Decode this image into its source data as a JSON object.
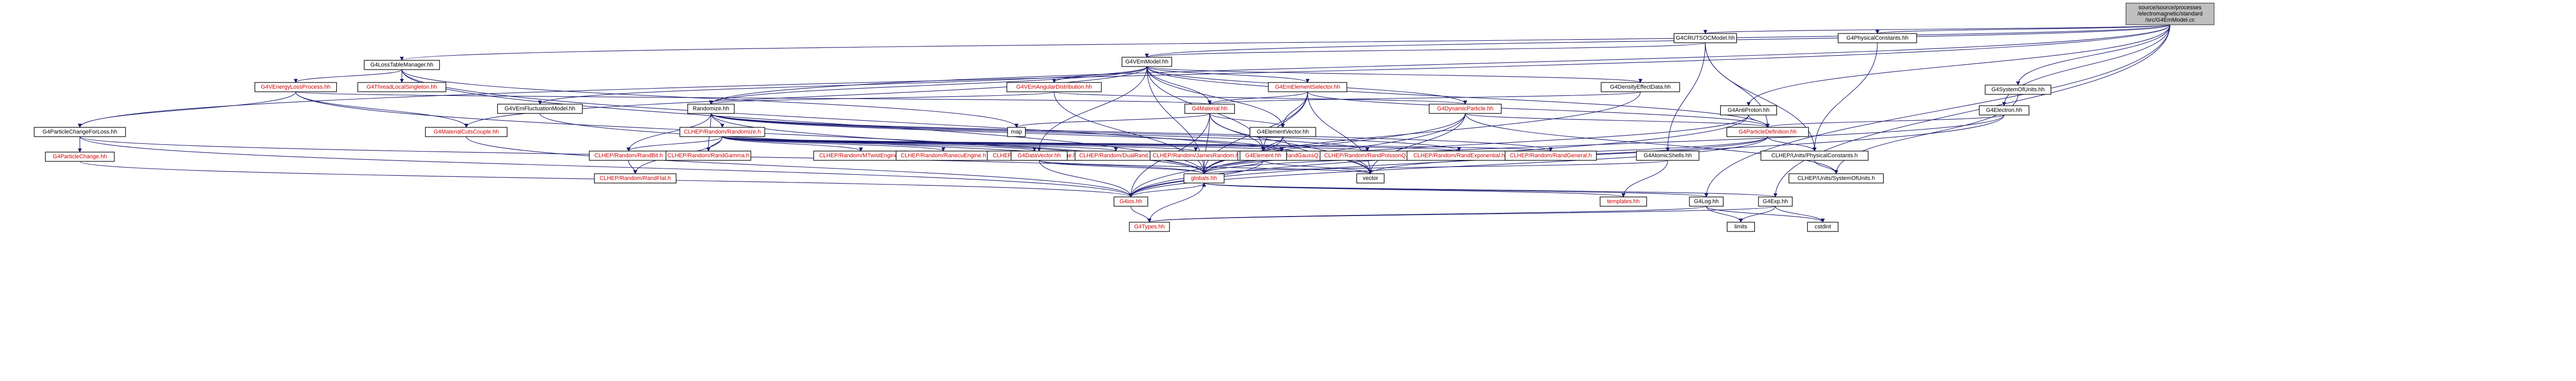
{
  "colors": {
    "background": "#ffffff",
    "node_border": "#000000",
    "root_fill": "#bfbfbf",
    "edge": "#191970",
    "linked_text": "#000000",
    "missing_text": "#d00000"
  },
  "graph": {
    "nodes": [
      {
        "id": "root",
        "lines": [
          "source/source/processes",
          "/electromagnetic/standard",
          "/src/G4EmModel.cc"
        ],
        "root": true,
        "color": "black"
      },
      {
        "id": "G4EmModel",
        "lines": [
          "G4VEmModel.hh"
        ],
        "color": "black"
      },
      {
        "id": "G4LossTableManager",
        "lines": [
          "G4LossTableManager.hh"
        ],
        "color": "black"
      },
      {
        "id": "G4CRUTSOCModel",
        "lines": [
          "G4CRUTSOCModel.hh"
        ],
        "color": "black"
      },
      {
        "id": "G4PhysicalConstants",
        "lines": [
          "G4PhysicalConstants.hh"
        ],
        "color": "black"
      },
      {
        "id": "G4SystemOfUnits",
        "lines": [
          "G4SystemOfUnits.hh"
        ],
        "color": "black"
      },
      {
        "id": "G4ParticleChangeForLoss",
        "lines": [
          "G4ParticleChangeForLoss.hh"
        ],
        "color": "black"
      },
      {
        "id": "G4VEnergyLossProcess",
        "lines": [
          "G4VEnergyLossProcess.hh"
        ],
        "color": "red"
      },
      {
        "id": "G4ThreadLocalSingleton",
        "lines": [
          "G4ThreadLocalSingleton.hh"
        ],
        "color": "red"
      },
      {
        "id": "G4DensityEffectData",
        "lines": [
          "G4DensityEffectData.hh"
        ],
        "color": "black"
      },
      {
        "id": "G4VEmAngularDistribution",
        "lines": [
          "G4VEmAngularDistribution.hh"
        ],
        "color": "red"
      },
      {
        "id": "G4EmElementSelector",
        "lines": [
          "G4EmElementSelector.hh"
        ],
        "color": "red"
      },
      {
        "id": "G4VEmFluctuationModel",
        "lines": [
          "G4VEmFluctuationModel.hh"
        ],
        "color": "black"
      },
      {
        "id": "Randomize",
        "lines": [
          "Randomize.hh"
        ],
        "color": "black"
      },
      {
        "id": "G4Material",
        "lines": [
          "G4Material.hh"
        ],
        "color": "red"
      },
      {
        "id": "G4DynamicParticle",
        "lines": [
          "G4DynamicParticle.hh"
        ],
        "color": "red"
      },
      {
        "id": "G4AtomicShells",
        "lines": [
          "G4AtomicShells.hh"
        ],
        "color": "black"
      },
      {
        "id": "G4AntiProton",
        "lines": [
          "G4AntiProton.hh"
        ],
        "color": "black"
      },
      {
        "id": "G4Electron",
        "lines": [
          "G4Electron.hh"
        ],
        "color": "black"
      },
      {
        "id": "G4MaterialCutsCouple",
        "lines": [
          "G4MaterialCutsCouple.hh"
        ],
        "color": "red"
      },
      {
        "id": "G4ParticleChange",
        "lines": [
          "G4ParticleChange.hh"
        ],
        "color": "red"
      },
      {
        "id": "CLHEP_Randomize",
        "lines": [
          "CLHEP/Random/Randomize.h"
        ],
        "color": "red"
      },
      {
        "id": "map",
        "lines": [
          "map"
        ],
        "color": "black"
      },
      {
        "id": "G4ElementVector",
        "lines": [
          "G4ElementVector.hh"
        ],
        "color": "black"
      },
      {
        "id": "G4ParticleDefinition",
        "lines": [
          "G4ParticleDefinition.hh"
        ],
        "color": "red"
      },
      {
        "id": "CLHEP_PhysicalConstants",
        "lines": [
          "CLHEP/Units/PhysicalConstants.h"
        ],
        "color": "black"
      },
      {
        "id": "CLHEP_RandBit",
        "lines": [
          "CLHEP/Random/RandBit.h"
        ],
        "color": "red"
      },
      {
        "id": "CLHEP_RandGamma",
        "lines": [
          "CLHEP/Random/RandGamma.h"
        ],
        "color": "red"
      },
      {
        "id": "CLHEP_MTwistEngine",
        "lines": [
          "CLHEP/Random/MTwistEngine.h"
        ],
        "color": "red"
      },
      {
        "id": "CLHEP_RanecuEngine",
        "lines": [
          "CLHEP/Random/RanecuEngine.h"
        ],
        "color": "red"
      },
      {
        "id": "CLHEP_RanluxEngine",
        "lines": [
          "CLHEP/Random/RanluxEngine.h"
        ],
        "color": "red"
      },
      {
        "id": "CLHEP_DualRand",
        "lines": [
          "CLHEP/Random/DualRand.h"
        ],
        "color": "red"
      },
      {
        "id": "CLHEP_JamesRandom",
        "lines": [
          "CLHEP/Random/JamesRandom.h"
        ],
        "color": "red"
      },
      {
        "id": "CLHEP_RandGaussQ",
        "lines": [
          "CLHEP/Random/RandGaussQ.h"
        ],
        "color": "red"
      },
      {
        "id": "CLHEP_RandPoissonQ",
        "lines": [
          "CLHEP/Random/RandPoissonQ.h"
        ],
        "color": "red"
      },
      {
        "id": "CLHEP_RandExponential",
        "lines": [
          "CLHEP/Random/RandExponential.h"
        ],
        "color": "red"
      },
      {
        "id": "CLHEP_RandGeneral",
        "lines": [
          "CLHEP/Random/RandGeneral.h"
        ],
        "color": "red"
      },
      {
        "id": "G4DataVector",
        "lines": [
          "G4DataVector.hh"
        ],
        "color": "red"
      },
      {
        "id": "G4Element",
        "lines": [
          "G4Element.hh"
        ],
        "color": "red"
      },
      {
        "id": "CLHEP_SystemOfUnits",
        "lines": [
          "CLHEP/Units/SystemOfUnits.h"
        ],
        "color": "black"
      },
      {
        "id": "CLHEP_RandFlat",
        "lines": [
          "CLHEP/Random/RandFlat.h"
        ],
        "color": "red"
      },
      {
        "id": "globals",
        "lines": [
          "globals.hh"
        ],
        "color": "red"
      },
      {
        "id": "vector",
        "lines": [
          "vector"
        ],
        "color": "black"
      },
      {
        "id": "G4ios",
        "lines": [
          "G4ios.hh"
        ],
        "color": "red"
      },
      {
        "id": "templates",
        "lines": [
          "templates.hh"
        ],
        "color": "red"
      },
      {
        "id": "G4Log",
        "lines": [
          "G4Log.hh"
        ],
        "color": "black"
      },
      {
        "id": "G4Exp",
        "lines": [
          "G4Exp.hh"
        ],
        "color": "black"
      },
      {
        "id": "limits",
        "lines": [
          "limits"
        ],
        "color": "black"
      },
      {
        "id": "cstdint",
        "lines": [
          "cstdint"
        ],
        "color": "black"
      },
      {
        "id": "G4Types",
        "lines": [
          "G4Types.hh"
        ],
        "color": "red"
      }
    ],
    "edges": [
      [
        "root",
        "G4LossTableManager"
      ],
      [
        "root",
        "G4CRUTSOCModel"
      ],
      [
        "root",
        "G4PhysicalConstants"
      ],
      [
        "root",
        "G4SystemOfUnits"
      ],
      [
        "root",
        "G4ParticleChangeForLoss"
      ],
      [
        "root",
        "Randomize"
      ],
      [
        "root",
        "G4AntiProton"
      ],
      [
        "root",
        "G4Electron"
      ],
      [
        "root",
        "G4Log"
      ],
      [
        "root",
        "G4Exp"
      ],
      [
        "root",
        "G4EmModel"
      ],
      [
        "G4CRUTSOCModel",
        "G4EmModel"
      ],
      [
        "G4CRUTSOCModel",
        "G4AtomicShells"
      ],
      [
        "G4CRUTSOCModel",
        "G4ParticleDefinition"
      ],
      [
        "G4CRUTSOCModel",
        "CLHEP_PhysicalConstants"
      ],
      [
        "G4LossTableManager",
        "G4VEnergyLossProcess"
      ],
      [
        "G4LossTableManager",
        "G4ThreadLocalSingleton"
      ],
      [
        "G4LossTableManager",
        "globals"
      ],
      [
        "G4LossTableManager",
        "vector"
      ],
      [
        "G4LossTableManager",
        "map"
      ],
      [
        "G4EmModel",
        "G4DensityEffectData"
      ],
      [
        "G4EmModel",
        "G4VEmAngularDistribution"
      ],
      [
        "G4EmModel",
        "G4EmElementSelector"
      ],
      [
        "G4EmModel",
        "G4VEmFluctuationModel"
      ],
      [
        "G4EmModel",
        "Randomize"
      ],
      [
        "G4EmModel",
        "G4Material"
      ],
      [
        "G4EmModel",
        "G4DynamicParticle"
      ],
      [
        "G4EmModel",
        "G4ParticleDefinition"
      ],
      [
        "G4EmModel",
        "G4DataVector"
      ],
      [
        "G4EmModel",
        "G4Element"
      ],
      [
        "G4EmModel",
        "G4ElementVector"
      ],
      [
        "G4EmModel",
        "globals"
      ],
      [
        "G4EmModel",
        "G4MaterialCutsCouple"
      ],
      [
        "G4VEnergyLossProcess",
        "G4MaterialCutsCouple"
      ],
      [
        "G4VEnergyLossProcess",
        "G4ParticleChangeForLoss"
      ],
      [
        "G4VEnergyLossProcess",
        "globals"
      ],
      [
        "G4VEnergyLossProcess",
        "G4Material"
      ],
      [
        "G4ParticleChangeForLoss",
        "G4ParticleChange"
      ],
      [
        "G4ParticleChangeForLoss",
        "globals"
      ],
      [
        "G4ParticleChangeForLoss",
        "G4ios"
      ],
      [
        "G4ParticleChange",
        "G4ios"
      ],
      [
        "G4DensityEffectData",
        "G4Material"
      ],
      [
        "G4DensityEffectData",
        "globals"
      ],
      [
        "G4VEmAngularDistribution",
        "G4DynamicParticle"
      ],
      [
        "G4VEmAngularDistribution",
        "globals"
      ],
      [
        "G4VEmAngularDistribution",
        "Randomize"
      ],
      [
        "G4EmElementSelector",
        "G4Material"
      ],
      [
        "G4EmElementSelector",
        "G4Element"
      ],
      [
        "G4EmElementSelector",
        "G4ElementVector"
      ],
      [
        "G4EmElementSelector",
        "globals"
      ],
      [
        "G4EmElementSelector",
        "vector"
      ],
      [
        "G4EmElementSelector",
        "G4ParticleDefinition"
      ],
      [
        "G4VEmFluctuationModel",
        "globals"
      ],
      [
        "Randomize",
        "CLHEP_Randomize"
      ],
      [
        "Randomize",
        "CLHEP_RandBit"
      ],
      [
        "Randomize",
        "CLHEP_RandGamma"
      ],
      [
        "Randomize",
        "CLHEP_RandGaussQ"
      ],
      [
        "Randomize",
        "CLHEP_RandPoissonQ"
      ],
      [
        "Randomize",
        "CLHEP_RandExponential"
      ],
      [
        "Randomize",
        "CLHEP_RandGeneral"
      ],
      [
        "Randomize",
        "globals"
      ],
      [
        "CLHEP_Randomize",
        "CLHEP_RandBit"
      ],
      [
        "CLHEP_Randomize",
        "CLHEP_RandGamma"
      ],
      [
        "CLHEP_Randomize",
        "CLHEP_MTwistEngine"
      ],
      [
        "CLHEP_Randomize",
        "CLHEP_RanecuEngine"
      ],
      [
        "CLHEP_Randomize",
        "CLHEP_RanluxEngine"
      ],
      [
        "CLHEP_Randomize",
        "CLHEP_DualRand"
      ],
      [
        "CLHEP_Randomize",
        "CLHEP_JamesRandom"
      ],
      [
        "CLHEP_Randomize",
        "CLHEP_RandGaussQ"
      ],
      [
        "CLHEP_Randomize",
        "CLHEP_RandPoissonQ"
      ],
      [
        "CLHEP_Randomize",
        "CLHEP_RandExponential"
      ],
      [
        "CLHEP_Randomize",
        "CLHEP_RandGeneral"
      ],
      [
        "CLHEP_Randomize",
        "CLHEP_RandFlat"
      ],
      [
        "CLHEP_RandBit",
        "CLHEP_RandFlat"
      ],
      [
        "G4Material",
        "map"
      ],
      [
        "G4Material",
        "G4ElementVector"
      ],
      [
        "G4Material",
        "G4Element"
      ],
      [
        "G4Material",
        "globals"
      ],
      [
        "G4Material",
        "vector"
      ],
      [
        "G4Material",
        "G4ios"
      ],
      [
        "G4DynamicParticle",
        "G4ParticleDefinition"
      ],
      [
        "G4DynamicParticle",
        "globals"
      ],
      [
        "G4DynamicParticle",
        "vector"
      ],
      [
        "G4DynamicParticle",
        "G4ios"
      ],
      [
        "G4DynamicParticle",
        "CLHEP_SystemOfUnits"
      ],
      [
        "G4AntiProton",
        "G4ParticleDefinition"
      ],
      [
        "G4AntiProton",
        "globals"
      ],
      [
        "G4AntiProton",
        "G4ios"
      ],
      [
        "G4Electron",
        "G4ParticleDefinition"
      ],
      [
        "G4Electron",
        "globals"
      ],
      [
        "G4Electron",
        "G4ios"
      ],
      [
        "G4MaterialCutsCouple",
        "G4ios"
      ],
      [
        "G4ElementVector",
        "G4Element"
      ],
      [
        "G4ElementVector",
        "vector"
      ],
      [
        "G4ElementVector",
        "globals"
      ],
      [
        "G4Element",
        "globals"
      ],
      [
        "G4Element",
        "vector"
      ],
      [
        "G4Element",
        "G4ios"
      ],
      [
        "G4ParticleDefinition",
        "globals"
      ],
      [
        "G4ParticleDefinition",
        "G4ios"
      ],
      [
        "G4ParticleDefinition",
        "CLHEP_PhysicalConstants"
      ],
      [
        "G4ParticleDefinition",
        "vector"
      ],
      [
        "CLHEP_PhysicalConstants",
        "CLHEP_SystemOfUnits"
      ],
      [
        "G4PhysicalConstants",
        "CLHEP_PhysicalConstants"
      ],
      [
        "G4SystemOfUnits",
        "CLHEP_SystemOfUnits"
      ],
      [
        "G4AtomicShells",
        "globals"
      ],
      [
        "G4AtomicShells",
        "templates"
      ],
      [
        "G4DataVector",
        "globals"
      ],
      [
        "G4DataVector",
        "vector"
      ],
      [
        "G4DataVector",
        "G4ios"
      ],
      [
        "globals",
        "G4ios"
      ],
      [
        "globals",
        "templates"
      ],
      [
        "globals",
        "G4Types"
      ],
      [
        "G4ios",
        "G4Types"
      ],
      [
        "G4Log",
        "globals"
      ],
      [
        "G4Log",
        "limits"
      ],
      [
        "G4Log",
        "cstdint"
      ],
      [
        "G4Log",
        "G4Types"
      ],
      [
        "G4Exp",
        "globals"
      ],
      [
        "G4Exp",
        "limits"
      ],
      [
        "G4Exp",
        "cstdint"
      ],
      [
        "G4Exp",
        "G4Types"
      ]
    ]
  }
}
